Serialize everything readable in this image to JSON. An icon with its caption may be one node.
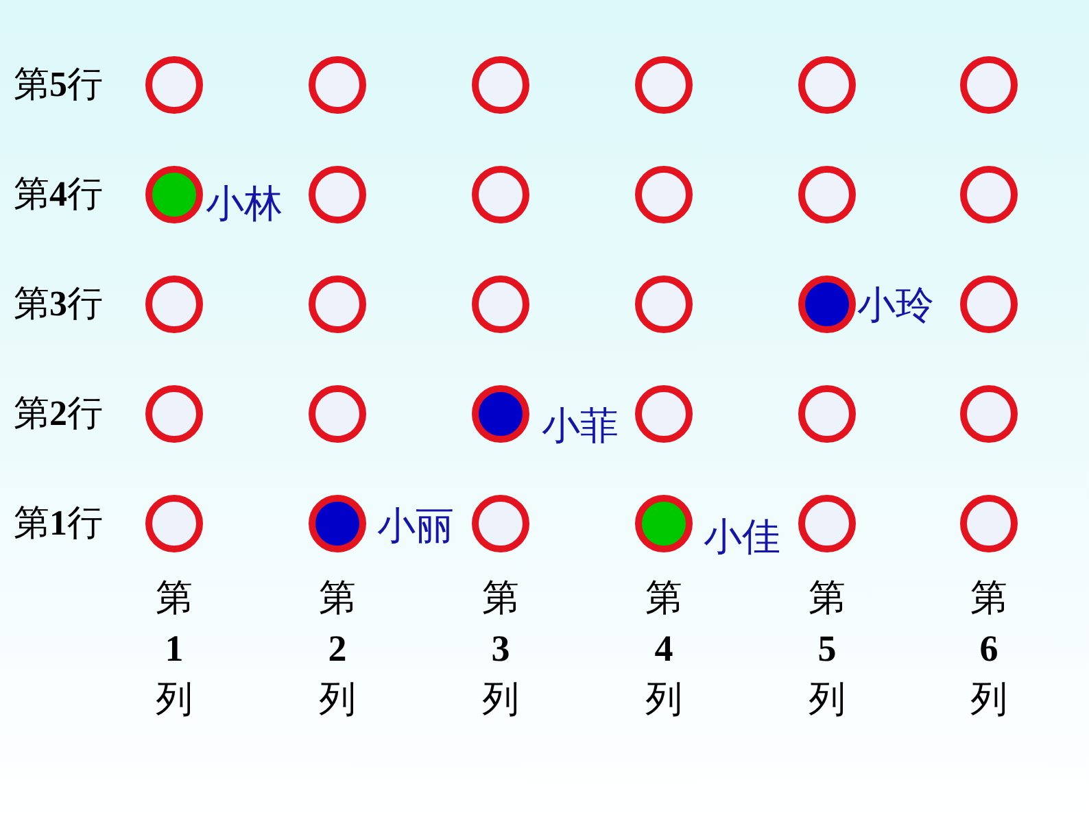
{
  "diagram": {
    "nodes": [
      {
        "text": [],
        "shape": "circle"
      },
      {
        "text": [],
        "shape": "circle"
      },
      {
        "text": [],
        "shape": "circle"
      },
      {
        "text": [],
        "shape": "circle"
      },
      {
        "text": [],
        "shape": "circle"
      },
      {
        "text": [],
        "shape": "circle"
      },
      {
        "text": [],
        "shape": "circle",
        "beside": [
          "小林"
        ]
      },
      {
        "text": [],
        "shape": "circle"
      },
      {
        "text": [],
        "shape": "circle"
      },
      {
        "text": [],
        "shape": "circle"
      },
      {
        "text": [],
        "shape": "circle"
      },
      {
        "text": [],
        "shape": "circle"
      },
      {
        "text": [],
        "shape": "circle"
      },
      {
        "text": [],
        "shape": "circle"
      },
      {
        "text": [],
        "shape": "circle"
      },
      {
        "text": [],
        "shape": "circle"
      },
      {
        "text": [],
        "shape": "circle",
        "beside": [
          "小玲"
        ]
      },
      {
        "text": [],
        "shape": "circle"
      },
      {
        "text": [],
        "shape": "circle"
      },
      {
        "text": [],
        "shape": "circle"
      },
      {
        "text": [],
        "shape": "circle",
        "beside": [
          "小菲"
        ]
      },
      {
        "text": [],
        "shape": "circle"
      },
      {
        "text": [],
        "shape": "circle"
      },
      {
        "text": [],
        "shape": "circle"
      },
      {
        "text": [],
        "shape": "circle"
      },
      {
        "text": [],
        "shape": "circle",
        "beside": [
          "小丽"
        ]
      },
      {
        "text": [],
        "shape": "circle"
      },
      {
        "text": [],
        "shape": "circle",
        "beside": [
          "小佳"
        ]
      },
      {
        "text": [],
        "shape": "circle"
      },
      {
        "text": [],
        "shape": "circle"
      }
    ],
    "edges": [],
    "labels": [
      "第**5**行",
      "第**4**行",
      "第**3**行",
      "第**2**行",
      "第**1**行",
      "第**1**列",
      "第**2**列",
      "第**3**列",
      "第**4**列",
      "第**5**列",
      "第**6**列"
    ]
  }
}
